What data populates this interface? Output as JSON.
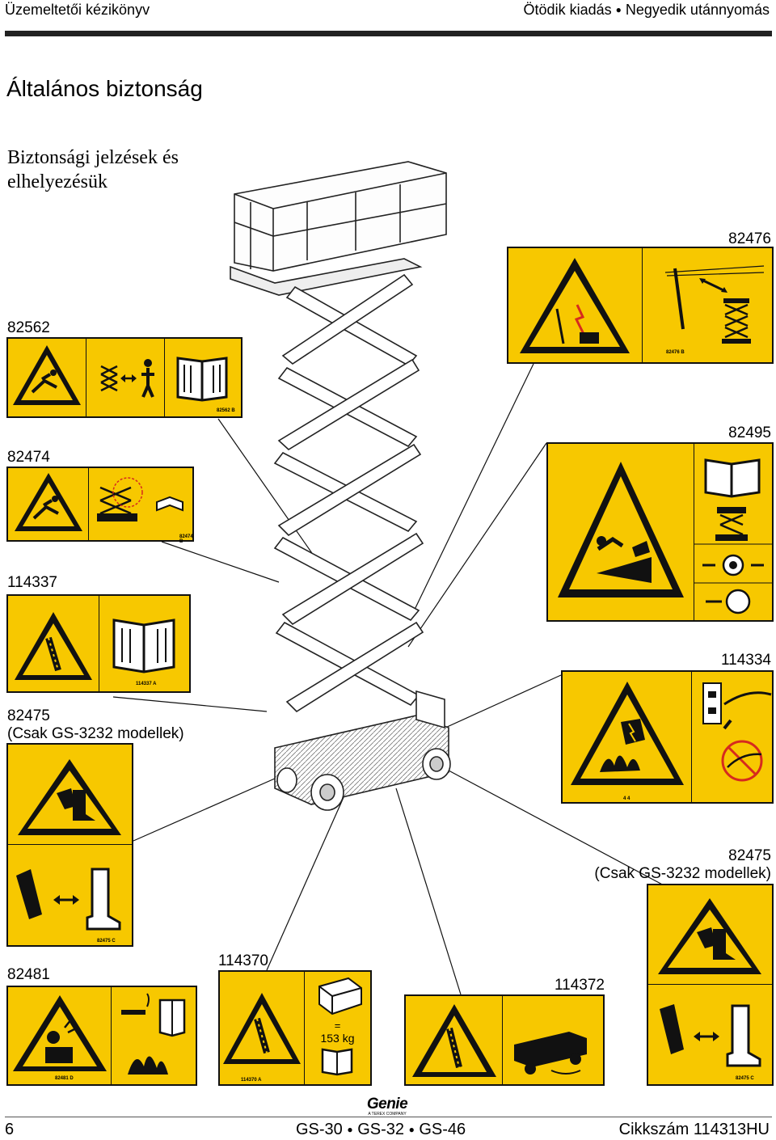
{
  "header": {
    "left": "Üzemeltetői kézikönyv",
    "right_a": "Ötödik kiadás",
    "right_b": "Negyedik utánnyomás"
  },
  "section_title": "Általános biztonság",
  "subsection_title_1": "Biztonsági jelzések és",
  "subsection_title_2": "elhelyezésük",
  "labels": {
    "d82476": "82476",
    "d82562": "82562",
    "d82495": "82495",
    "d82474": "82474",
    "d114337": "114337",
    "d114334": "114334",
    "d82475a_1": "82475",
    "d82475a_2": "(Csak GS-3232 modellek)",
    "d82475b_1": "82475",
    "d82475b_2": "(Csak GS-3232 modellek)",
    "d82481": "82481",
    "d114370": "114370",
    "d114372": "114372"
  },
  "decal_codes": {
    "c82476": "82476 B",
    "c82562": "82562 B",
    "c82474": "82474 B",
    "c114337": "114337 A",
    "c114334": "4 4",
    "c82475a": "82475 C",
    "c82481": "82481 D",
    "c114370": "114370 A",
    "c82475b": "82475 C"
  },
  "weight_decal": {
    "equals": "=",
    "weight": "153 kg"
  },
  "footer": {
    "page": "6",
    "m1": "GS-30",
    "m2": "GS-32",
    "m3": "GS-46",
    "part": "Cikkszám 114313HU",
    "logo": "Genie",
    "logo_sub": "A TEREX COMPANY"
  },
  "colors": {
    "decal_yellow": "#f7c800",
    "ink": "#111111",
    "prohibition_red": "#d62a1e"
  },
  "icons": [
    "warning-triangle-icon",
    "manual-book-icon",
    "scissor-lift-icon",
    "power-line-icon",
    "electrocution-icon",
    "fire-icon",
    "battery-explosion-icon",
    "no-smoking-icon",
    "boot-crush-icon",
    "double-arrow-icon",
    "fall-person-icon",
    "tip-over-icon",
    "wheel-icon",
    "outlet-icon",
    "crate-icon",
    "trailer-icon",
    "genie-logo-icon"
  ]
}
